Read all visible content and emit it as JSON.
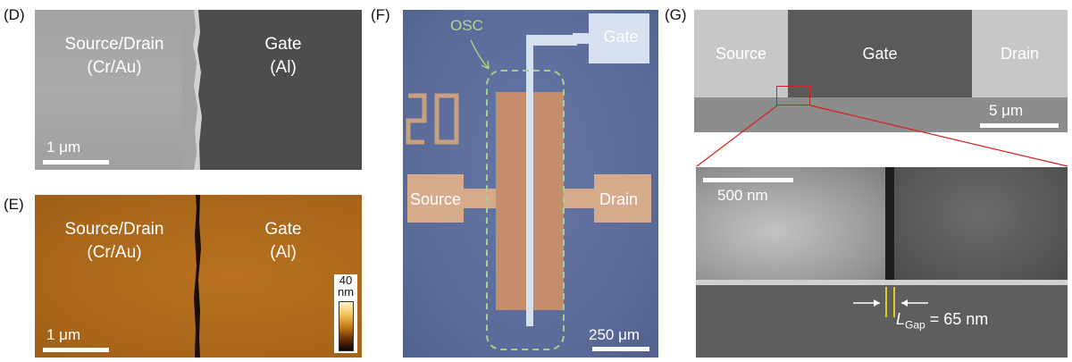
{
  "panels": {
    "d": {
      "label": "(D)",
      "left_text_line1": "Source/Drain",
      "left_text_line2": "(Cr/Au)",
      "right_text_line1": "Gate",
      "right_text_line2": "(Al)",
      "scale": "1 μm"
    },
    "e": {
      "label": "(E)",
      "left_text_line1": "Source/Drain",
      "left_text_line2": "(Cr/Au)",
      "right_text_line1": "Gate",
      "right_text_line2": "(Al)",
      "scale": "1 μm",
      "colorbar_top": "40",
      "colorbar_unit": "nm"
    },
    "f": {
      "label": "(F)",
      "osc": "OSC",
      "gate": "Gate",
      "source": "Source",
      "drain": "Drain",
      "number": "20",
      "scale": "250 μm"
    },
    "g": {
      "label": "(G)",
      "source": "Source",
      "gate": "Gate",
      "drain": "Drain",
      "scale_top": "5 μm",
      "scale_bottom": "500 nm",
      "gap_L": "L",
      "gap_sub": "Gap",
      "gap_value": " = 65 nm"
    }
  },
  "colors": {
    "sem_light": "#a9a9a9",
    "sem_dark": "#4f4f4f",
    "afm": "#b46e1c",
    "optical_bg": "#5d6f9e",
    "metal_pad": "#d2a786",
    "osc_outline": "#a7d08a",
    "zoom_line": "#d42020",
    "gap_marker": "#d8d020"
  }
}
